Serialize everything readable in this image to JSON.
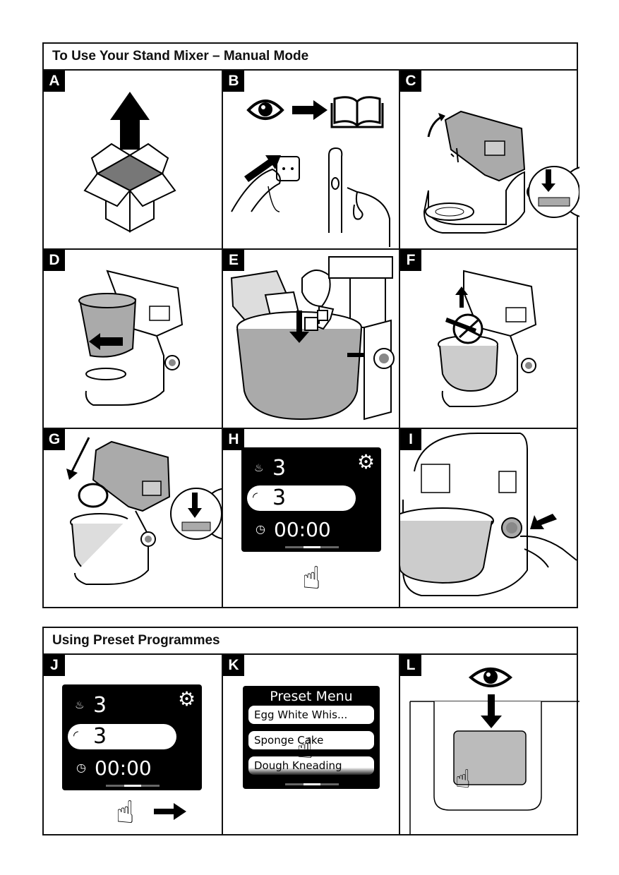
{
  "section1": {
    "title": "To Use Your Stand Mixer – Manual Mode",
    "panels": [
      "A",
      "B",
      "C",
      "D",
      "E",
      "F",
      "G",
      "H",
      "I"
    ]
  },
  "section2": {
    "title": "Using Preset Programmes",
    "panels": [
      "J",
      "K",
      "L"
    ]
  },
  "screen": {
    "heat_value": "3",
    "speed_value": "3",
    "timer_value": "00:00"
  },
  "preset_menu": {
    "title": "Preset Menu",
    "items": [
      "Egg White Whis...",
      "Sponge Cake",
      "Dough Kneading"
    ]
  },
  "icons": {
    "settings": "gear-icon",
    "heat": "heat-icon",
    "speed": "speed-gauge-icon",
    "timer": "clock-icon",
    "touch": "tap-hand-icon",
    "view": "eye-icon",
    "book": "book-icon"
  },
  "colors": {
    "ink": "#111111",
    "screen": "#000000",
    "shade": "#aaaaaa"
  }
}
